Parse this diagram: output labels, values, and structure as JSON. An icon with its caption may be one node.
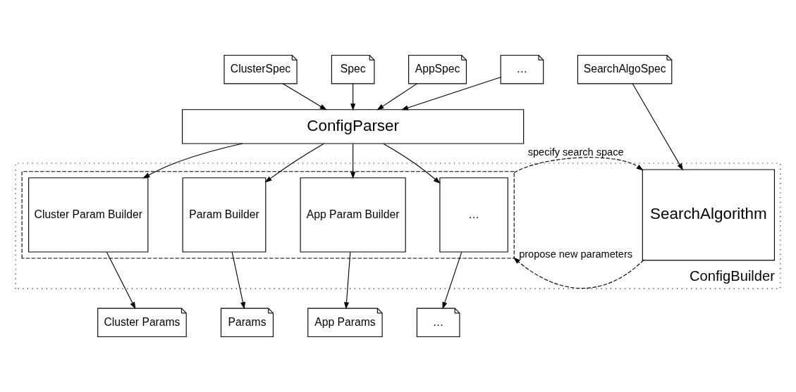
{
  "diagram": {
    "nodes": [
      {
        "text": [
          "ClusterSpec"
        ]
      },
      {
        "text": [
          "Spec"
        ]
      },
      {
        "text": [
          "AppSpec"
        ]
      },
      {
        "text": [
          "…"
        ]
      },
      {
        "text": [
          "SearchAlgoSpec"
        ]
      },
      {
        "text": [
          "ConfigParser"
        ]
      },
      {
        "text": [
          "ConfigBuilder"
        ]
      },
      {
        "text": [],
        "shape": "box",
        "in": 6
      },
      {
        "text": [
          "Cluster Param Builder"
        ],
        "in": 7
      },
      {
        "text": [
          "Param Builder"
        ],
        "in": 7
      },
      {
        "text": [
          "App Param Builder"
        ],
        "in": 7
      },
      {
        "text": [
          "…"
        ],
        "in": 7
      },
      {
        "text": [
          "SearchAlgorithm"
        ],
        "in": 6
      },
      {
        "text": [
          "Cluster Params"
        ]
      },
      {
        "text": [
          "Params"
        ]
      },
      {
        "text": [
          "App Params"
        ]
      },
      {
        "text": [
          "…"
        ]
      }
    ],
    "edges": [
      {
        "from": 0,
        "to": 5,
        "arrow": "to"
      },
      {
        "from": 1,
        "to": 5,
        "arrow": "to"
      },
      {
        "from": 2,
        "to": 5,
        "arrow": "to"
      },
      {
        "from": 3,
        "to": 5,
        "arrow": "to"
      },
      {
        "from": 5,
        "to": 8,
        "arrow": "to"
      },
      {
        "from": 5,
        "to": 9,
        "arrow": "to"
      },
      {
        "from": 5,
        "to": 10,
        "arrow": "to"
      },
      {
        "from": 5,
        "to": 11,
        "arrow": "to"
      },
      {
        "from": 4,
        "to": 12,
        "arrow": "to"
      },
      {
        "from": 7,
        "to": 12,
        "arrow": "to",
        "label": "specify search space",
        "style": "dashed"
      },
      {
        "from": 12,
        "to": 7,
        "arrow": "to",
        "label": "propose new parameters",
        "style": "dashed"
      },
      {
        "from": 8,
        "to": 13,
        "arrow": "to"
      },
      {
        "from": 9,
        "to": 14,
        "arrow": "to"
      },
      {
        "from": 10,
        "to": 15,
        "arrow": "to"
      },
      {
        "from": 11,
        "to": 16,
        "arrow": "to"
      }
    ]
  }
}
